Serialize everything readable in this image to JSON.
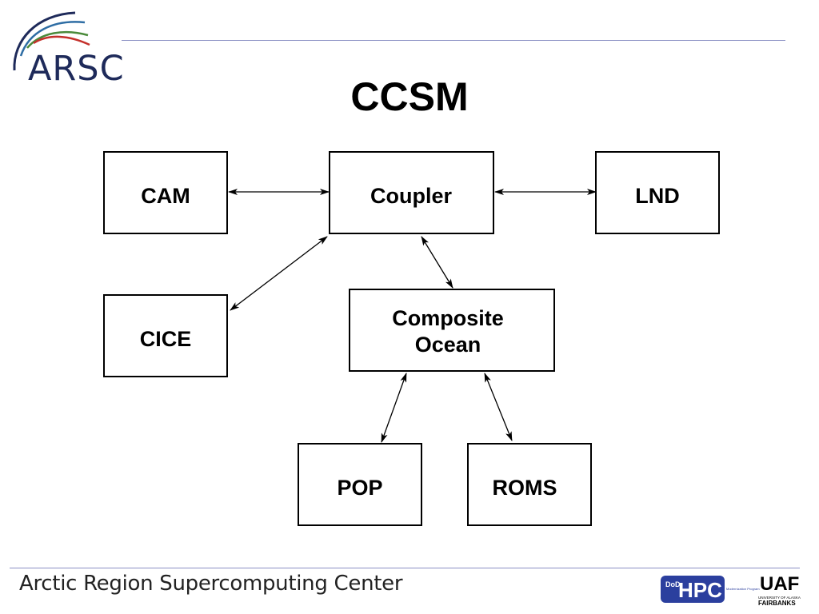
{
  "header": {
    "logo_text": "ARSC",
    "title": "CCSM"
  },
  "diagram": {
    "nodes": {
      "cam": [
        "CAM"
      ],
      "coupler": [
        "Coupler"
      ],
      "lnd": [
        "LND"
      ],
      "cice": [
        "CICE"
      ],
      "composite_ocean": [
        "Composite",
        "Ocean"
      ],
      "pop": [
        "POP"
      ],
      "roms": [
        "ROMS"
      ]
    },
    "edges": [
      {
        "from": "cam",
        "to": "coupler",
        "bidirectional": true
      },
      {
        "from": "coupler",
        "to": "lnd",
        "bidirectional": true
      },
      {
        "from": "coupler",
        "to": "cice",
        "bidirectional": true
      },
      {
        "from": "coupler",
        "to": "composite_ocean",
        "bidirectional": true
      },
      {
        "from": "composite_ocean",
        "to": "pop",
        "bidirectional": true
      },
      {
        "from": "composite_ocean",
        "to": "roms",
        "bidirectional": true
      }
    ]
  },
  "footer": {
    "organization": "Arctic Region Supercomputing Center",
    "hpc_logo": {
      "text": "HPC",
      "subtext": "DoD",
      "caption": "Modernization Program"
    },
    "uaf_logo": {
      "text": "UAF",
      "caption1": "UNIVERSITY OF ALASKA",
      "caption2": "FAIRBANKS"
    }
  },
  "colors": {
    "rule": "#8a8fc4",
    "logo_navy": "#1e2a5a",
    "logo_red": "#c4302b",
    "hpc_blue": "#2b3f9e"
  }
}
